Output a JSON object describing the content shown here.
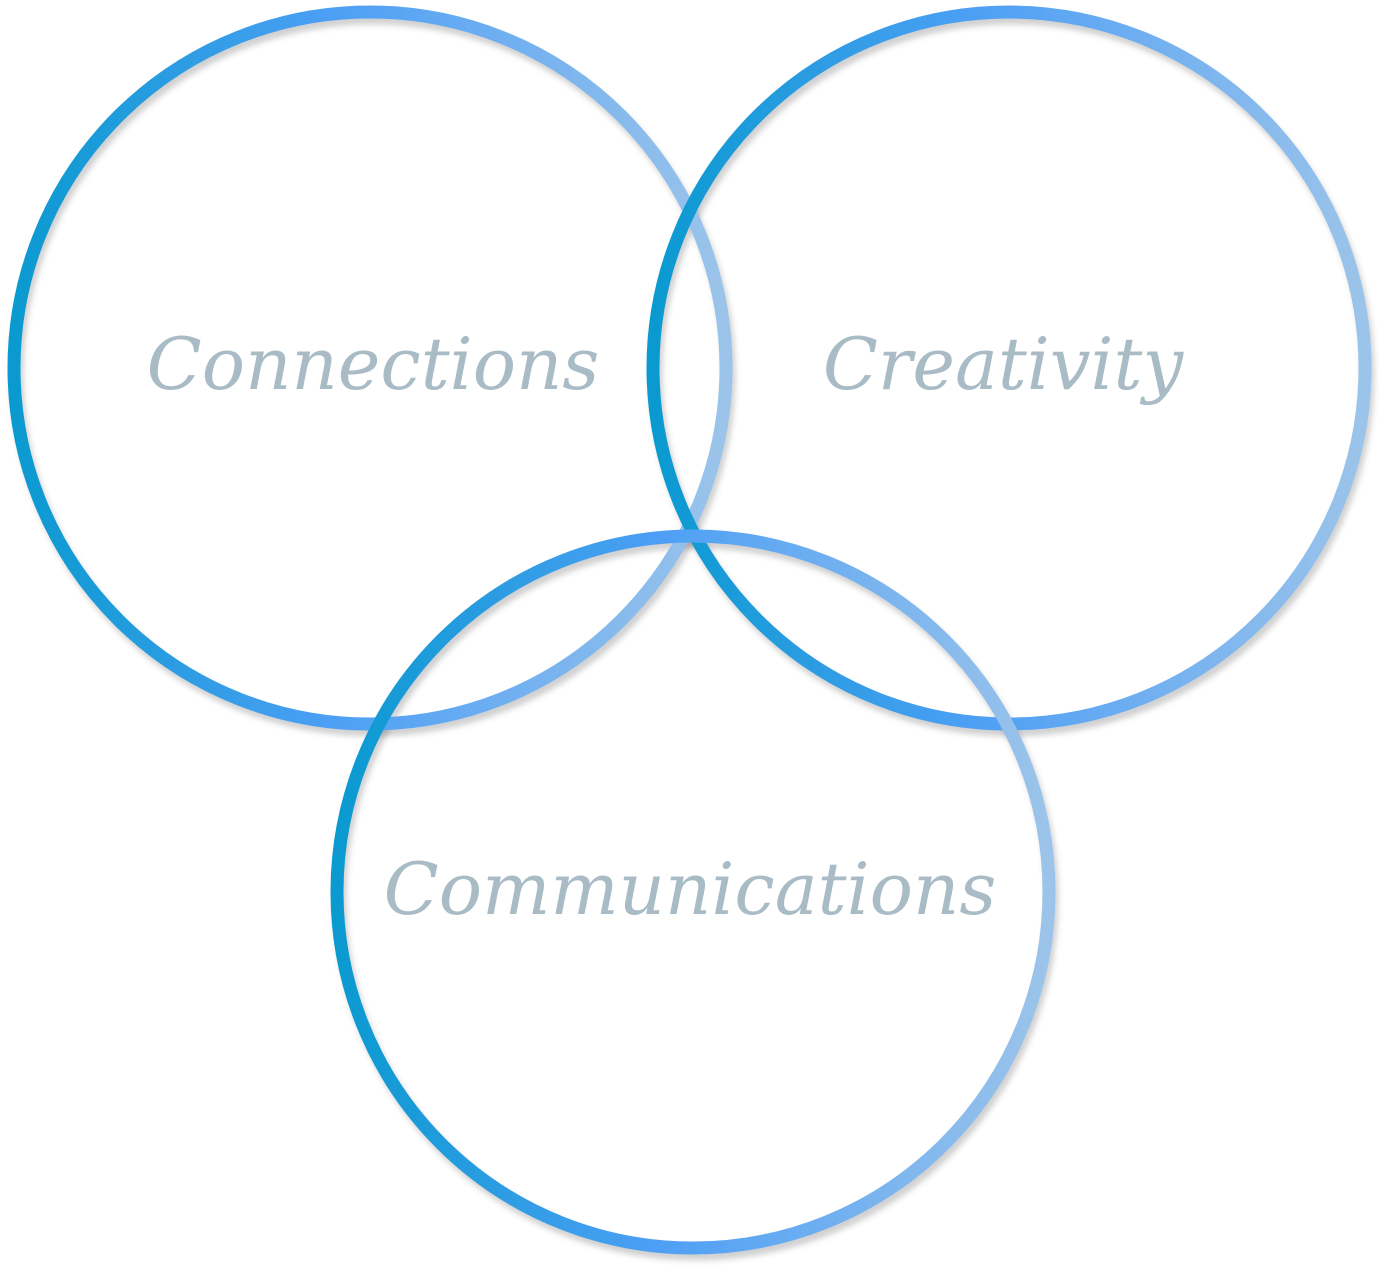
{
  "diagram": {
    "type": "venn",
    "colors": {
      "ring_dark": "#0a9ad0",
      "ring_mid": "#4d9ff5",
      "ring_light": "#9cc4ea",
      "label": "#a9bcc6",
      "background": "#ffffff"
    },
    "circles": [
      {
        "id": "connections",
        "label": "Connections"
      },
      {
        "id": "creativity",
        "label": "Creativity"
      },
      {
        "id": "communications",
        "label": "Communications"
      }
    ]
  }
}
